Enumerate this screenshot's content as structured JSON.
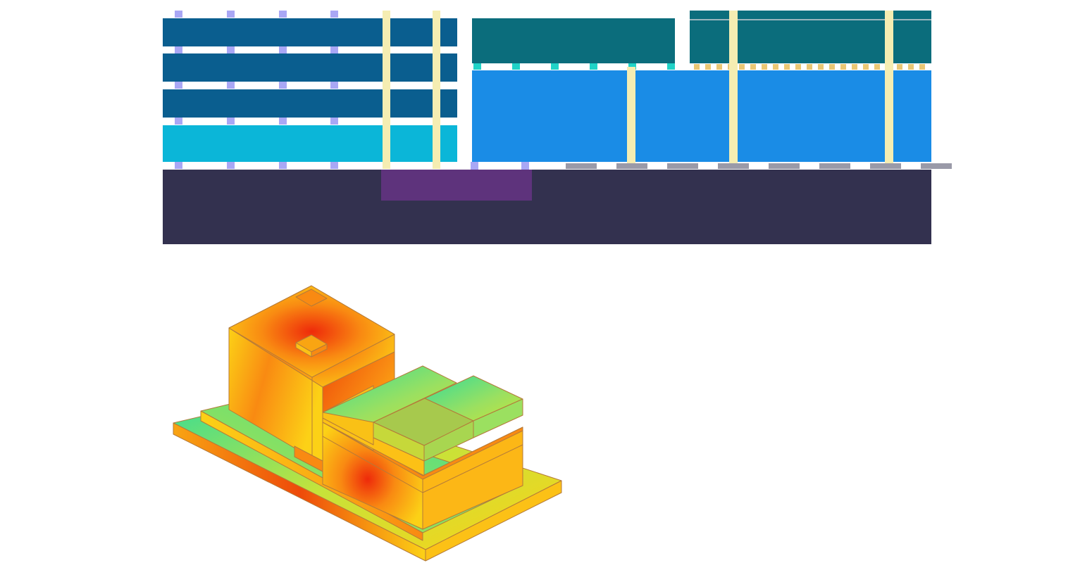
{
  "colors": {
    "background": "#ffffff",
    "memory_die": "#0a5e8f",
    "logic_die": "#0bb6d8",
    "gpu_die_top": "#0b6d7c",
    "gpu_die_body": "#1a8ce6",
    "interposer": "#33314f",
    "bridge": "#5e337c",
    "tsv": "#f5edb2",
    "microbump": "#a9a7f5",
    "microbump_teal": "#20d3c7",
    "microbump_gold": "#e9c774",
    "c4_bump": "#9a9aa8"
  },
  "colormap": [
    "#33dd99",
    "#c6e33a",
    "#fcd116",
    "#f98a12",
    "#ee2a0a"
  ],
  "diagram_2d": {
    "components": [
      "memory-stack",
      "logic-base-die",
      "compute-die",
      "silicon-bridge",
      "interposer-substrate",
      "tsv",
      "micro-bump",
      "c4-bump"
    ]
  },
  "diagram_3d": {
    "components": [
      "memory-stack-block",
      "compute-die-block",
      "package-substrate"
    ]
  }
}
